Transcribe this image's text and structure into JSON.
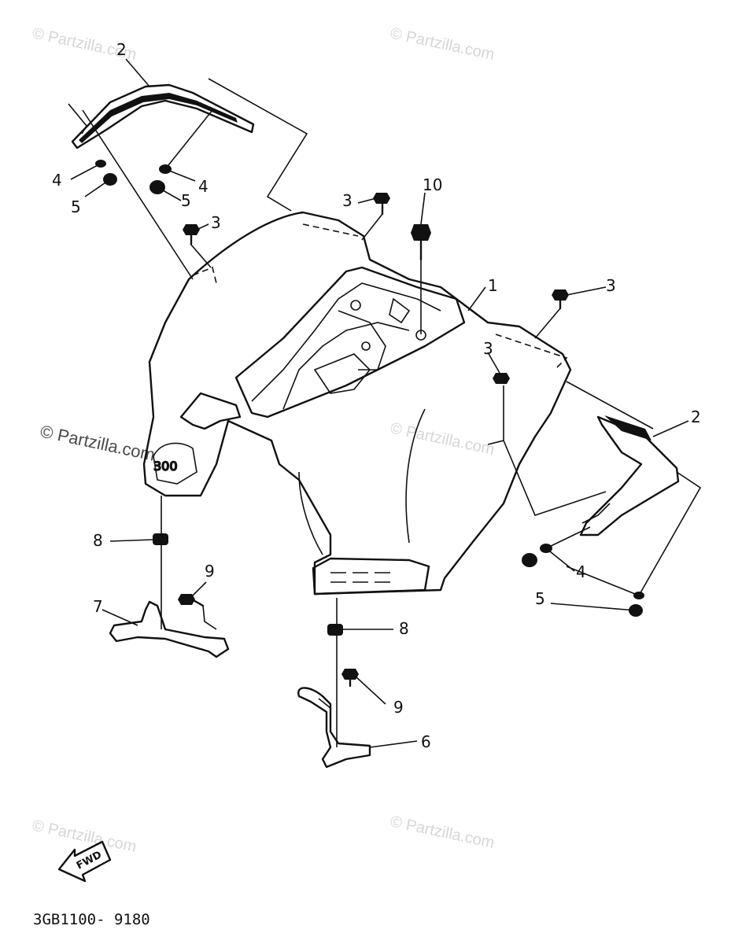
{
  "diagram": {
    "watermark": "© Partzilla.com",
    "diagram_code": "3GB1100- 9180",
    "fwd_label": "FWD",
    "callouts": [
      {
        "id": "c1",
        "label": "1"
      },
      {
        "id": "c2a",
        "label": "2"
      },
      {
        "id": "c2b",
        "label": "2"
      },
      {
        "id": "c3a",
        "label": "3"
      },
      {
        "id": "c3b",
        "label": "3"
      },
      {
        "id": "c3c",
        "label": "3"
      },
      {
        "id": "c3d",
        "label": "3"
      },
      {
        "id": "c4a",
        "label": "4"
      },
      {
        "id": "c4b",
        "label": "4"
      },
      {
        "id": "c4c",
        "label": "4"
      },
      {
        "id": "c5a",
        "label": "5"
      },
      {
        "id": "c5b",
        "label": "5"
      },
      {
        "id": "c5c",
        "label": "5"
      },
      {
        "id": "c6",
        "label": "6"
      },
      {
        "id": "c7",
        "label": "7"
      },
      {
        "id": "c8a",
        "label": "8"
      },
      {
        "id": "c8b",
        "label": "8"
      },
      {
        "id": "c9a",
        "label": "9"
      },
      {
        "id": "c9b",
        "label": "9"
      },
      {
        "id": "c10",
        "label": "10"
      }
    ]
  }
}
